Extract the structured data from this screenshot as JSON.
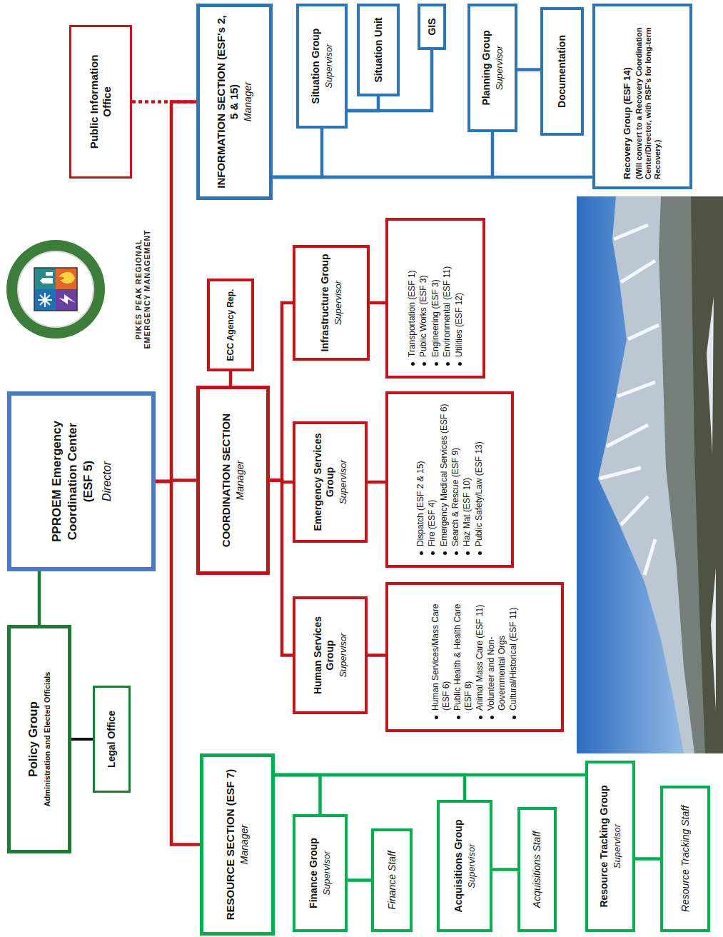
{
  "diagram": {
    "nodes": [
      {
        "text": [
          "Policy Group",
          "Administration and Elected Officials"
        ]
      },
      {
        "text": [
          "Legal Office"
        ]
      },
      {
        "text": [
          "PPROEM Emergency Coordination Center (ESF 5)",
          "Director"
        ]
      },
      {
        "text": [
          "Public Information Office"
        ]
      },
      {
        "text": [
          "INFORMATION SECTION (ESF's 2, 5 & 15)",
          "Manager"
        ]
      },
      {
        "text": [
          "Situation Group",
          "Supervisor"
        ]
      },
      {
        "text": [
          "Situation Unit"
        ]
      },
      {
        "text": [
          "GIS"
        ]
      },
      {
        "text": [
          "Planning Group",
          "Supervisor"
        ]
      },
      {
        "text": [
          "Documentation"
        ]
      },
      {
        "text": [
          "Recovery Group (ESF 14)",
          "(Will convert to a Recovery Coordination Center/Director, with RSF's for long-term Recovery.)"
        ]
      },
      {
        "text": [
          "RESOURCE SECTION (ESF 7)",
          "Manager"
        ]
      },
      {
        "text": [
          "Finance Group",
          "Supervisor"
        ]
      },
      {
        "text": [
          "Finance Staff"
        ]
      },
      {
        "text": [
          "Acquisitions Group",
          "Supervisor"
        ]
      },
      {
        "text": [
          "Acquisitions Staff"
        ]
      },
      {
        "text": [
          "Resource Tracking Group",
          "Supervisor"
        ]
      },
      {
        "text": [
          "Resource Tracking Staff"
        ]
      },
      {
        "text": [
          "COORDINATION SECTION",
          "Manager"
        ]
      },
      {
        "text": [
          "ECC Agency Rep."
        ]
      },
      {
        "text": [
          "Human Services Group",
          "Supervisor"
        ]
      },
      {
        "text": [
          "Human Services/Mass Care (ESF 6)",
          "Public Health & Health Care (ESF 8)",
          "Animal Mass Care (ESF 11)",
          "Volunteer and Non-Governmental Orgs",
          "Cultural/Historical (ESF 11)"
        ]
      },
      {
        "text": [
          "Emergency Services Group",
          "Supervisor"
        ]
      },
      {
        "text": [
          "Dispatch (ESF 2 & 15)",
          "Fire (ESF 4)",
          "Emergency Medical Services (ESF 6)",
          "Search & Rescue (ESF 9)",
          "Haz Mat (ESF 10)",
          "Public Safety/Law (ESF 13)"
        ]
      },
      {
        "text": [
          "Infrastructure Group",
          "Supervisor"
        ]
      },
      {
        "text": [
          "Transportation (ESF 1)",
          "Public Works (ESF 3)",
          "Engineering (ESF 3)",
          "Environmental (ESF 11)",
          "Utilities (ESF 12)"
        ]
      }
    ],
    "edges": [
      {
        "from": 0,
        "to": 1,
        "arrow": "none"
      },
      {
        "from": 0,
        "to": 2,
        "arrow": "none"
      },
      {
        "from": 2,
        "to": 4,
        "arrow": "none"
      },
      {
        "from": 2,
        "to": 18,
        "arrow": "none"
      },
      {
        "from": 2,
        "to": 11,
        "arrow": "none"
      },
      {
        "from": 3,
        "to": 4,
        "arrow": "none"
      },
      {
        "from": 4,
        "to": 5,
        "arrow": "none"
      },
      {
        "from": 4,
        "to": 8,
        "arrow": "none"
      },
      {
        "from": 4,
        "to": 10,
        "arrow": "none"
      },
      {
        "from": 5,
        "to": 6,
        "arrow": "none"
      },
      {
        "from": 5,
        "to": 7,
        "arrow": "none"
      },
      {
        "from": 8,
        "to": 9,
        "arrow": "none"
      },
      {
        "from": 11,
        "to": 12,
        "arrow": "none"
      },
      {
        "from": 11,
        "to": 14,
        "arrow": "none"
      },
      {
        "from": 11,
        "to": 16,
        "arrow": "none"
      },
      {
        "from": 12,
        "to": 13,
        "arrow": "none"
      },
      {
        "from": 14,
        "to": 15,
        "arrow": "none"
      },
      {
        "from": 16,
        "to": 17,
        "arrow": "none"
      },
      {
        "from": 18,
        "to": 19,
        "arrow": "none"
      },
      {
        "from": 18,
        "to": 20,
        "arrow": "none"
      },
      {
        "from": 18,
        "to": 22,
        "arrow": "none"
      },
      {
        "from": 18,
        "to": 24,
        "arrow": "none"
      },
      {
        "from": 20,
        "to": 21,
        "arrow": "none"
      },
      {
        "from": 22,
        "to": 23,
        "arrow": "none"
      },
      {
        "from": 24,
        "to": 25,
        "arrow": "none"
      }
    ],
    "labels": [
      "PIKES PEAK REGIONAL",
      "EMERGENCY MANAGEMENT"
    ]
  }
}
